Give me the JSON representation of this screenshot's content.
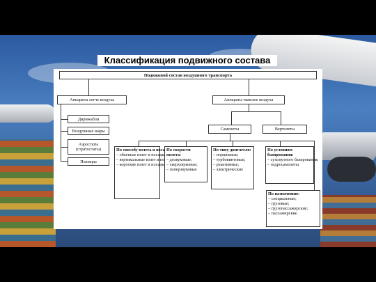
{
  "title": "Классификация подвижного состава",
  "root": "Подвижной состав воздушного транспорта",
  "lighter": {
    "label": "Аппараты легче воздуха",
    "items": [
      "Дирижабли",
      "Воздушные шары",
      "Аэростаты (стратостаты)",
      "Планеры"
    ]
  },
  "heavier": {
    "label": "Аппараты тяжелее воздуха",
    "planes": "Самолеты",
    "helicopters": "Вертолеты"
  },
  "categories": [
    {
      "header": "По способу взлета и посадки:",
      "items": [
        "– обычные взлет и посадка;",
        "– вертикальные взлет и посадка;",
        "– короткие взлет и посадка"
      ]
    },
    {
      "header": "По скорости полета:",
      "items": [
        "– дозвуковые;",
        "– сверхзвуковые;",
        "– гиперзвуковые"
      ]
    },
    {
      "header": "По типу двигателя:",
      "items": [
        "– поршневые;",
        "– турбовинтовые;",
        "– реактивные;",
        "– электрические"
      ]
    },
    {
      "header": "По условиям базирования:",
      "items": [
        "– сухопутного базирования;",
        "– гидросамолеты"
      ]
    },
    {
      "header": "По назначению:",
      "items": [
        "– специальные;",
        "– грузовые;",
        "– грузопассажирские;",
        "– пассажирские"
      ]
    }
  ]
}
